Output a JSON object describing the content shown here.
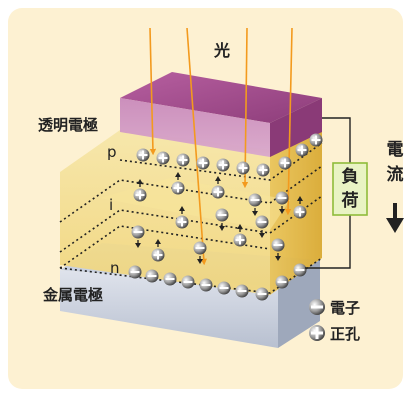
{
  "labels": {
    "light": "光",
    "transparent_electrode": "透明電極",
    "p_layer": "p",
    "i_layer": "i",
    "n_layer": "n",
    "metal_electrode": "金属電極",
    "load_char1": "負",
    "load_char2": "荷",
    "current_char1": "電",
    "current_char2": "流"
  },
  "legend": {
    "electron": "電子",
    "hole": "正孔"
  },
  "colors": {
    "background": "#fdf1d2",
    "light_arrow": "#f39a1e",
    "transparent_electrode": "#a24a8a",
    "semiconductor": "#f3dc8a",
    "metal_electrode": "#c8d0df",
    "load_box": "#e9f3c4",
    "load_border": "#8fbc3b"
  }
}
